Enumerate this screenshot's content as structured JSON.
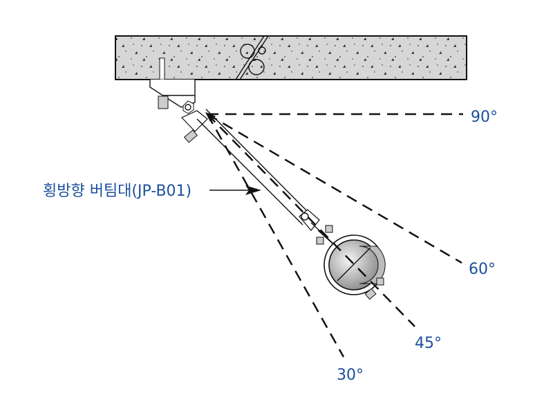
{
  "diagram": {
    "label": "횡방향 버팀대(JP-B01)",
    "angles": [
      "90°",
      "60°",
      "45°",
      "30°"
    ],
    "colors": {
      "label": "#1b4f9e",
      "concrete": "#d6d6d6",
      "line": "#111111"
    }
  }
}
